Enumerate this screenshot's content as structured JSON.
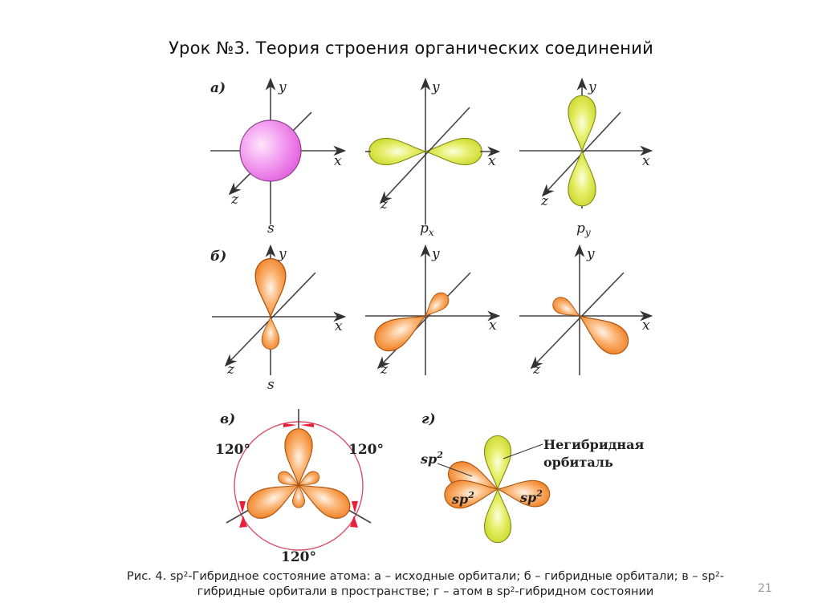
{
  "slide": {
    "title": "Урок №3. Теория строения органических соединений",
    "page_number": "21"
  },
  "figure": {
    "panels": {
      "a": {
        "label": "а)",
        "items": [
          {
            "name": "s",
            "caption": "s",
            "color": "#e97ae8"
          },
          {
            "name": "px",
            "caption": "p",
            "sub": "x",
            "color": "#d7e43a"
          },
          {
            "name": "py",
            "caption": "p",
            "sub": "y",
            "color": "#d7e43a"
          }
        ]
      },
      "b": {
        "label": "б)",
        "items": [
          {
            "name": "hybrid-1",
            "caption": "s",
            "color": "#f4882a"
          },
          {
            "name": "hybrid-2",
            "caption": "",
            "color": "#f4882a"
          },
          {
            "name": "hybrid-3",
            "caption": "",
            "color": "#f4882a"
          }
        ]
      },
      "v": {
        "label": "в)",
        "angles": [
          "120°",
          "120°",
          "120°"
        ]
      },
      "g": {
        "label": "г)",
        "annotation_line1": "Негибридная",
        "annotation_line2": "орбиталь",
        "sp2_labels": [
          "sp2",
          "sp2",
          "sp2"
        ]
      }
    },
    "axis_labels": {
      "x": "x",
      "y": "y",
      "z": "z"
    }
  },
  "caption": {
    "line1_prefix": "Рис. 4. sp",
    "sup": "2",
    "line1_mid": "-Гибридное состояние атома: а – исходные орбитали; б – гибридные орбитали; в – sp",
    "line1_end": "-",
    "line2_start": "гибридные орбитали в пространстве; г – атом в sp",
    "line2_end": "-гибридном состоянии"
  }
}
